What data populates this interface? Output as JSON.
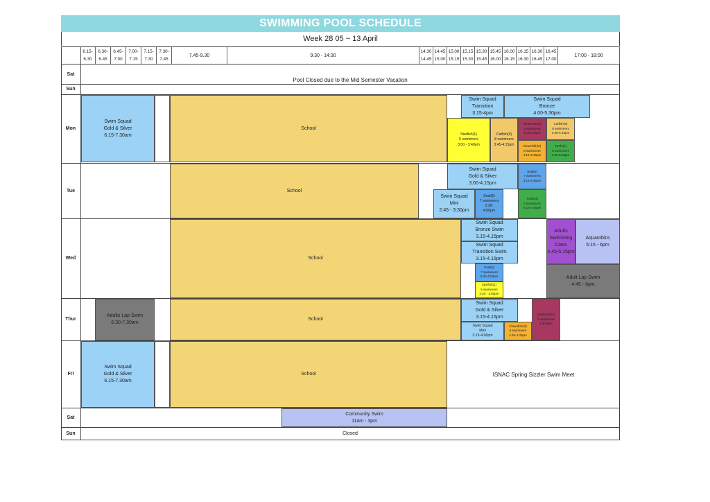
{
  "title": "SWIMMING POOL SCHEDULE",
  "week": "Week 28   05  ~  13 April",
  "time_headers": [
    "6.15-\n6.30",
    "6.30-\n6.45",
    "6.45-\n7.00",
    "7.00-\n7.15",
    "7.15-\n7.30",
    "7.30-\n7.45",
    "7.45-9.30",
    "9.30 - 14:30",
    "14.30\n14.45",
    "14.45\n15.00",
    "15.00\n15.15",
    "15.15\n15.30",
    "15.30\n15.45",
    "15.45\n16.00",
    "16.00\n16.15",
    "16.15\n16.30",
    "16.30\n16.45",
    "16.45\n17.00",
    "17:00 - 18:00"
  ],
  "days": {
    "sat1": "Sat",
    "sun1": "Sun",
    "mon": "Mon",
    "tue": "Tue",
    "wed": "Wed",
    "thur": "Thur",
    "fri": "Fri",
    "sat2": "Sat",
    "sun2": "Sun"
  },
  "weekend_note": "Pool Closed due to the Mid Semester Vacation",
  "mon": {
    "squad_gs": [
      "Swim Squad",
      "Gold & Silver",
      "6.15-7.30am"
    ],
    "school": "School",
    "squad_transition": [
      "Swim Squad",
      "Transition",
      "3.15-4pm"
    ],
    "squad_bronze": [
      "Swim Squad",
      "Bronze",
      "4.00-5.30pm"
    ],
    "starfish": [
      "Starfish(1)",
      "5 swimmers",
      "3:00 - 3:40pm"
    ],
    "catfish1": [
      "Catfish(6)",
      "8 swimmers",
      "3:45-4:15pm"
    ],
    "seahorse": [
      "Seahorse(3)",
      "5 swimmers",
      "4:15-4:45pm"
    ],
    "catfish2": [
      "Catfish(6)",
      "8 swimmers",
      "4:45-5:15pm"
    ],
    "clownfish": [
      "Clownfish(3)",
      "6 swimmers",
      "4:15-4:45pm"
    ],
    "turtle": [
      "Turtle(4)",
      "6 swimmers",
      "4:45-5:15pm"
    ]
  },
  "tue": {
    "school": "School",
    "squad_gs": [
      "Swim Squad",
      "Gold & Silver",
      "3.00-4.15pm"
    ],
    "seal1": [
      "Seal(5)",
      "7 swimmers",
      "4:15-4:45pm"
    ],
    "squad_mini": [
      "Swim Squad",
      "Mini",
      "2:45 - 3:30pm"
    ],
    "seal2": [
      "Seal(5)",
      "7 swimmers",
      "3.30-",
      "4:00pm"
    ],
    "turtle": [
      "Turtle(4)",
      "6 swimmers",
      "4.15-4:45pm"
    ]
  },
  "wed": {
    "school": "School",
    "squad_bronze": [
      "Swim Squad",
      "Bronze Swim",
      "3.15-4.15pm"
    ],
    "squad_transition": [
      "Swim Squad",
      "Transition Swim",
      "3.15-4.15pm"
    ],
    "adults_class": [
      "Adults",
      "Swimming",
      "Class",
      "4.45-5:15pm"
    ],
    "aquarobics": [
      "Aquarobics",
      "5:15 - 6pm"
    ],
    "seal": [
      "Seal(5)",
      "7 swimmers",
      "3.30-4:00pm"
    ],
    "starfish": [
      "Starfish(1)",
      "5 swimmers",
      "3:30 - 4:00pm"
    ],
    "adult_lap": [
      "Adult Lap Swim",
      "4:45 - 6pm"
    ]
  },
  "thur": {
    "adults_lap": [
      "Adults Lap Swim",
      "6.30-7.30am"
    ],
    "school": "School",
    "squad_gs": [
      "Swim Squad",
      "Gold & Silver",
      "3.15-4.15pm"
    ],
    "squad_mini": [
      "Swim Squad",
      "Mini",
      "3.15-4:00pm"
    ],
    "clownfish": [
      "Clownfish(3)",
      "6 swimmers",
      "4.00-4.30pm"
    ],
    "seahorse": [
      "Seahorse(2)",
      "5 swimmers",
      "4.30-5pm"
    ]
  },
  "fri": {
    "squad_gs": [
      "Swim Squad",
      "Gold & Silver",
      "6.15-7.30am"
    ],
    "school": "School",
    "meet": "ISNAC Spring Sizzler Swim Meet"
  },
  "sat2": {
    "community": [
      "Community Swim",
      "11am - 3pm"
    ]
  },
  "sun2": {
    "closed": "Closed"
  },
  "colors": {
    "title_bar": "#8fd8e0",
    "squad_blue": "#9bd2f6",
    "school_yellow": "#f3d576",
    "grey": "#7a7a7a",
    "community_lavender": "#b9c3f3"
  }
}
